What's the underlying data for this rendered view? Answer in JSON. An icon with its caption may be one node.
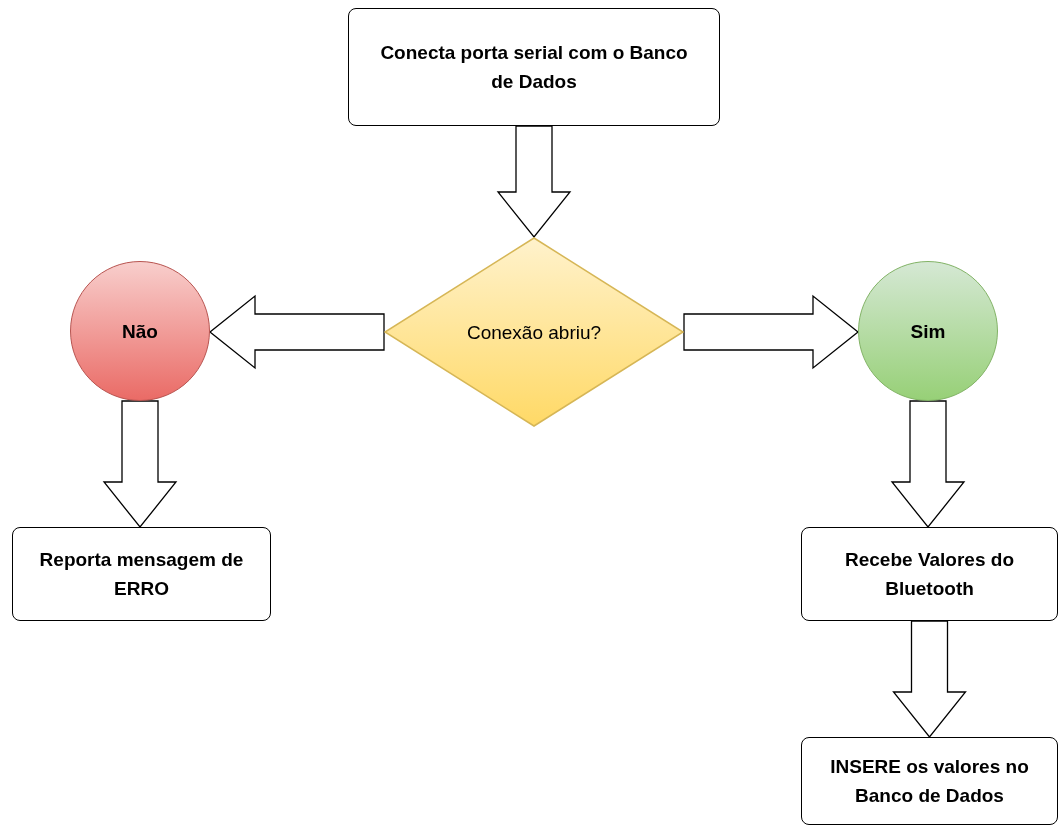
{
  "diagram": {
    "nodes": [
      {
        "text": [
          "Conecta porta serial com o Banco de Dados"
        ]
      },
      {
        "text": [
          "Conexão abriu?"
        ]
      },
      {
        "text": [
          "Não"
        ]
      },
      {
        "text": [
          "Sim"
        ]
      },
      {
        "text": [
          "Reporta mensagem de ERRO"
        ]
      },
      {
        "text": [
          "Recebe Valores do Bluetooth"
        ]
      },
      {
        "text": [
          "INSERE os valores no Banco de Dados"
        ]
      }
    ],
    "edges": [
      {
        "from": 0,
        "to": 1,
        "arrow": "to"
      },
      {
        "from": 1,
        "to": 2,
        "arrow": "to"
      },
      {
        "from": 1,
        "to": 3,
        "arrow": "to"
      },
      {
        "from": 2,
        "to": 4,
        "arrow": "to"
      },
      {
        "from": 3,
        "to": 5,
        "arrow": "to"
      },
      {
        "from": 5,
        "to": 6,
        "arrow": "to"
      }
    ]
  }
}
